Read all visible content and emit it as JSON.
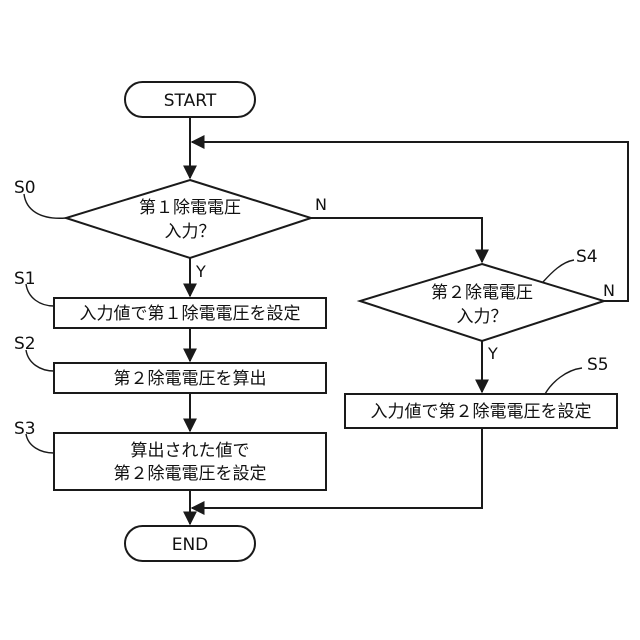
{
  "terminals": {
    "start": "START",
    "end": "END"
  },
  "steps": {
    "s0": {
      "id": "S0",
      "line1": "第１除電電圧",
      "line2": "入力？"
    },
    "s1": {
      "id": "S1",
      "text": "入力値で第１除電電圧を設定"
    },
    "s2": {
      "id": "S2",
      "text": "第２除電電圧を算出"
    },
    "s3": {
      "id": "S3",
      "line1": "算出された値で",
      "line2": "第２除電電圧を設定"
    },
    "s4": {
      "id": "S4",
      "line1": "第２除電電圧",
      "line2": "入力？"
    },
    "s5": {
      "id": "S5",
      "text": "入力値で第２除電電圧を設定"
    }
  },
  "branches": {
    "s0_yes": "Y",
    "s0_no": "N",
    "s4_yes": "Y",
    "s4_no": "N"
  }
}
